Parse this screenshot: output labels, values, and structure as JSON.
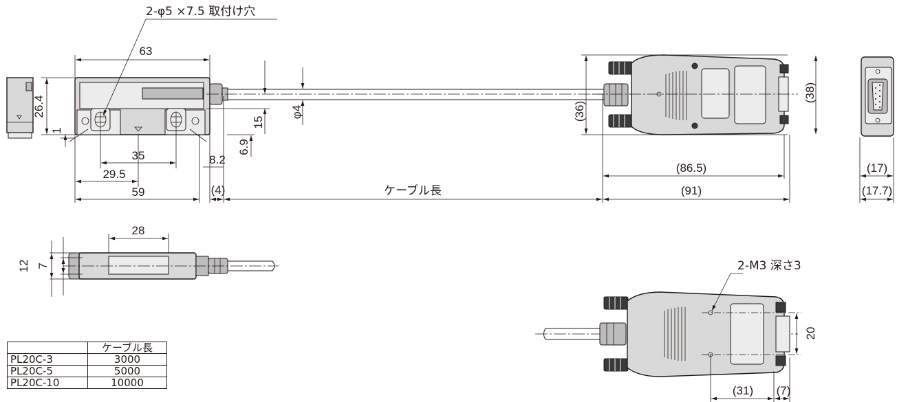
{
  "labels": {
    "mount_hole": "2-φ5 ×7.5 取付け穴",
    "tap_hole": "2-M3 深さ3",
    "cable_length": "ケーブル長",
    "d_63": "63",
    "d_26_4": "26.4",
    "d_1": "1",
    "d_35": "35",
    "d_29_5": "29.5",
    "d_59": "59",
    "d_8_2": "8.2",
    "d_4_paren": "(4)",
    "d_15": "15",
    "d_6_9": "6.9",
    "d_phi4": "φ4",
    "d_36": "(36)",
    "d_38": "(38)",
    "d_86_5": "(86.5)",
    "d_91": "(91)",
    "d_17": "(17)",
    "d_17_7": "(17.7)",
    "d_28": "28",
    "d_12": "12",
    "d_7": "7",
    "d_20": "20",
    "d_31": "(31)",
    "d_7_paren": "(7)"
  },
  "table": {
    "header": [
      "",
      "ケーブル長"
    ],
    "rows": [
      {
        "model": "PL20C-3",
        "length": "3000"
      },
      {
        "model": "PL20C-5",
        "length": "5000"
      },
      {
        "model": "PL20C-10",
        "length": "10000"
      }
    ]
  }
}
